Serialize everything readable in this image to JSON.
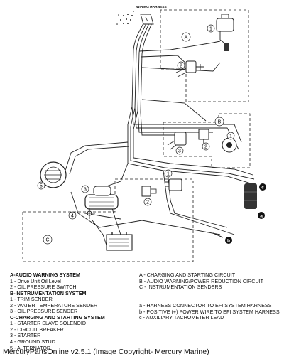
{
  "diagram": {
    "harness_label": "WIRING HARNESS",
    "callouts": [
      "1",
      "2",
      "3",
      "4",
      "5"
    ],
    "sections": [
      "A",
      "B",
      "C"
    ],
    "connectors": [
      "a",
      "b",
      "c"
    ]
  },
  "legend": {
    "systems": [
      {
        "heading": "A-AUDIO WARNING SYSTEM",
        "items": [
          "1 - Drive Unit Oil Level",
          "2 - OIL PRESSURE SWITCH"
        ]
      },
      {
        "heading": "B-INSTRUMENTATION SYSTEM",
        "items": [
          "1 - TRIM SENDER",
          "2 - WATER TEMPERATURE SENDER",
          "3 - OIL PRESSURE SENDER"
        ]
      },
      {
        "heading": "C-CHARGING AND STARTING SYSTEM",
        "items": [
          "1 - STARTER SLAVE SOLENOID",
          "2 - CIRCUIT BREAKER",
          "3 - STARTER",
          "4 - GROUND STUD",
          "5 - ALTERNATOR"
        ]
      }
    ],
    "circuits": [
      "A - CHARGING AND STARTING CIRCUIT",
      "B - AUDIO WARNING/POWER REDUCTION CIRCUIT",
      "C - INSTRUMENTATION SENDERS"
    ],
    "harness_notes": [
      "a - HARNESS CONNECTOR TO EFI SYSTEM HARNESS",
      "b - POSITIVE (+) POWER WIRE TO EFI SYSTEM HARNESS",
      "c - AUXILIARY TACHOMETER LEAD"
    ]
  },
  "footer": "MercuryPartsOnline v2.5.1 (Image Copyright- Mercury Marine)"
}
